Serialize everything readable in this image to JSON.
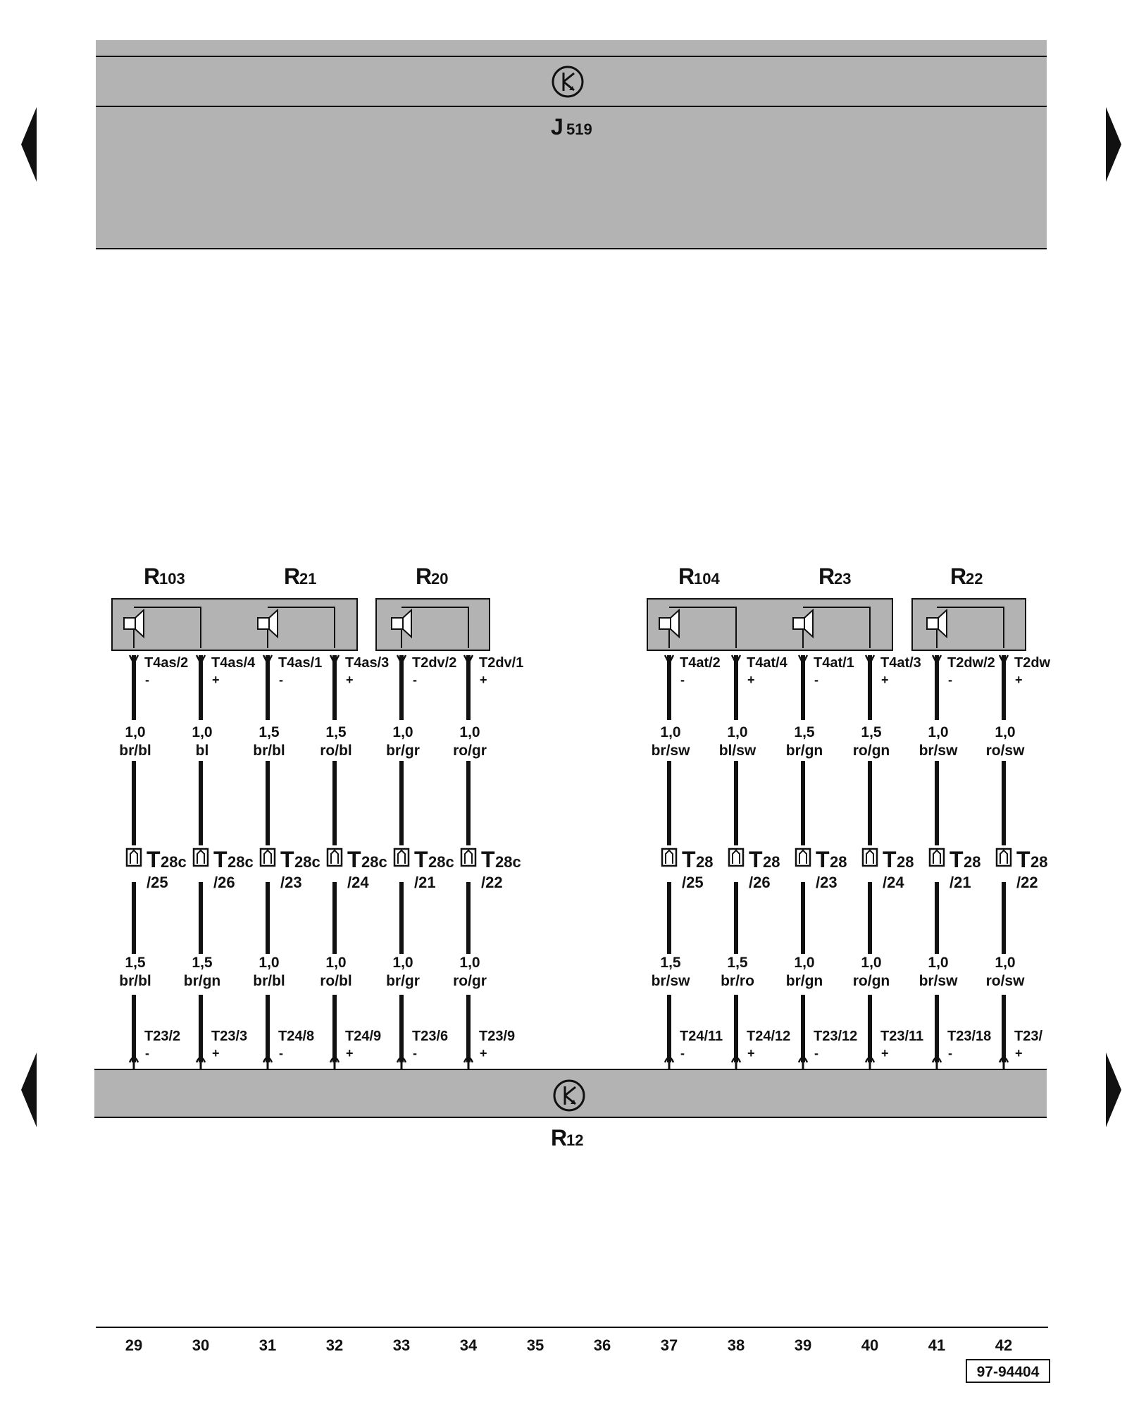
{
  "top_module": {
    "main": "J",
    "sub": "519"
  },
  "bottom_module": {
    "main": "R",
    "sub": "12"
  },
  "speakers": [
    {
      "main": "R",
      "sub": "103"
    },
    {
      "main": "R",
      "sub": "21"
    },
    {
      "main": "R",
      "sub": "20"
    },
    {
      "main": "R",
      "sub": "104"
    },
    {
      "main": "R",
      "sub": "23"
    },
    {
      "main": "R",
      "sub": "22"
    }
  ],
  "wires": [
    {
      "track": "29",
      "top_pin": "T4as/2",
      "top_pol": "-",
      "top_size": "1,0",
      "top_color": "br/bl",
      "mid_main": "T",
      "mid_sub": "28c",
      "mid_pin": "/25",
      "bot_size": "1,5",
      "bot_color": "br/bl",
      "bot_pin": "T23/2",
      "bot_pol": "-"
    },
    {
      "track": "30",
      "top_pin": "T4as/4",
      "top_pol": "+",
      "top_size": "1,0",
      "top_color": "bl",
      "mid_main": "T",
      "mid_sub": "28c",
      "mid_pin": "/26",
      "bot_size": "1,5",
      "bot_color": "br/gn",
      "bot_pin": "T23/3",
      "bot_pol": "+"
    },
    {
      "track": "31",
      "top_pin": "T4as/1",
      "top_pol": "-",
      "top_size": "1,5",
      "top_color": "br/bl",
      "mid_main": "T",
      "mid_sub": "28c",
      "mid_pin": "/23",
      "bot_size": "1,0",
      "bot_color": "br/bl",
      "bot_pin": "T24/8",
      "bot_pol": "-"
    },
    {
      "track": "32",
      "top_pin": "T4as/3",
      "top_pol": "+",
      "top_size": "1,5",
      "top_color": "ro/bl",
      "mid_main": "T",
      "mid_sub": "28c",
      "mid_pin": "/24",
      "bot_size": "1,0",
      "bot_color": "ro/bl",
      "bot_pin": "T24/9",
      "bot_pol": "+"
    },
    {
      "track": "33",
      "top_pin": "T2dv/2",
      "top_pol": "-",
      "top_size": "1,0",
      "top_color": "br/gr",
      "mid_main": "T",
      "mid_sub": "28c",
      "mid_pin": "/21",
      "bot_size": "1,0",
      "bot_color": "br/gr",
      "bot_pin": "T23/6",
      "bot_pol": "-"
    },
    {
      "track": "34",
      "top_pin": "T2dv/1",
      "top_pol": "+",
      "top_size": "1,0",
      "top_color": "ro/gr",
      "mid_main": "T",
      "mid_sub": "28c",
      "mid_pin": "/22",
      "bot_size": "1,0",
      "bot_color": "ro/gr",
      "bot_pin": "T23/9",
      "bot_pol": "+"
    },
    {
      "track": "37",
      "top_pin": "T4at/2",
      "top_pol": "-",
      "top_size": "1,0",
      "top_color": "br/sw",
      "mid_main": "T",
      "mid_sub": "28",
      "mid_pin": "/25",
      "bot_size": "1,5",
      "bot_color": "br/sw",
      "bot_pin": "T24/11",
      "bot_pol": "-"
    },
    {
      "track": "38",
      "top_pin": "T4at/4",
      "top_pol": "+",
      "top_size": "1,0",
      "top_color": "bl/sw",
      "mid_main": "T",
      "mid_sub": "28",
      "mid_pin": "/26",
      "bot_size": "1,5",
      "bot_color": "br/ro",
      "bot_pin": "T24/12",
      "bot_pol": "+"
    },
    {
      "track": "39",
      "top_pin": "T4at/1",
      "top_pol": "-",
      "top_size": "1,5",
      "top_color": "br/gn",
      "mid_main": "T",
      "mid_sub": "28",
      "mid_pin": "/23",
      "bot_size": "1,0",
      "bot_color": "br/gn",
      "bot_pin": "T23/12",
      "bot_pol": "-"
    },
    {
      "track": "40",
      "top_pin": "T4at/3",
      "top_pol": "+",
      "top_size": "1,5",
      "top_color": "ro/gn",
      "mid_main": "T",
      "mid_sub": "28",
      "mid_pin": "/24",
      "bot_size": "1,0",
      "bot_color": "ro/gn",
      "bot_pin": "T23/11",
      "bot_pol": "+"
    },
    {
      "track": "41",
      "top_pin": "T2dw/2",
      "top_pol": "-",
      "top_size": "1,0",
      "top_color": "br/sw",
      "mid_main": "T",
      "mid_sub": "28",
      "mid_pin": "/21",
      "bot_size": "1,0",
      "bot_color": "br/sw",
      "bot_pin": "T23/18",
      "bot_pol": "-"
    },
    {
      "track": "42",
      "top_pin": "T2dw",
      "top_pol": "+",
      "top_size": "1,0",
      "top_color": "ro/sw",
      "mid_main": "T",
      "mid_sub": "28",
      "mid_pin": "/22",
      "bot_size": "1,0",
      "bot_color": "ro/sw",
      "bot_pin": "T23/",
      "bot_pol": "+"
    }
  ],
  "extra_tracks": [
    "35",
    "36"
  ],
  "drawing_number": "97-94404",
  "colors": {
    "module_fill": "#b3b3b3",
    "line": "#111111",
    "background": "#ffffff"
  }
}
